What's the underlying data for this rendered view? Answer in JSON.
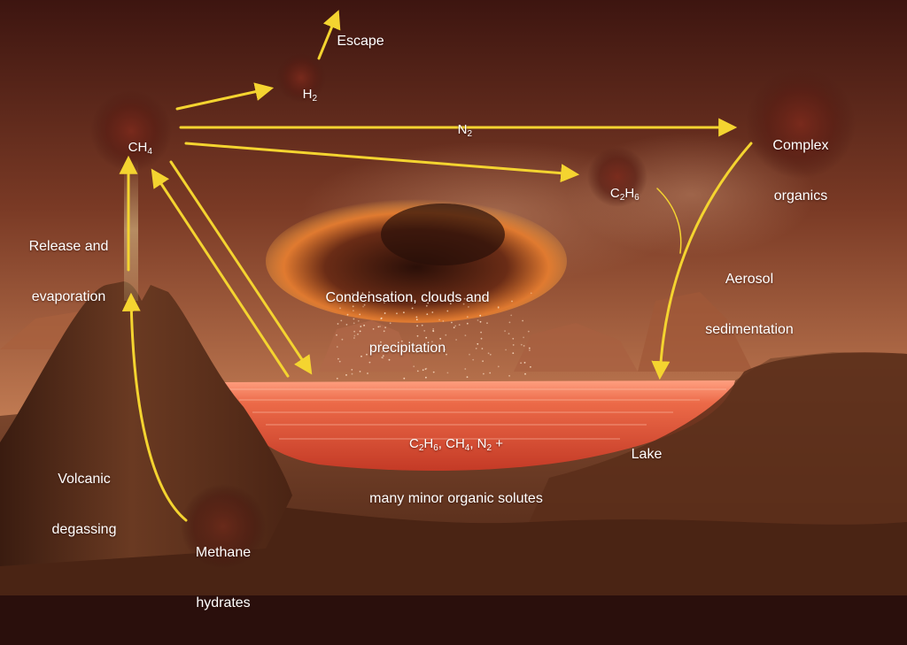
{
  "molecules": {
    "ch4": {
      "base": "CH",
      "sub": "4"
    },
    "h2": {
      "base": "H",
      "sub": "2"
    },
    "n2": {
      "base": "N",
      "sub": "2"
    },
    "c2h6": {
      "c": "C",
      "c_sub": "2",
      "h": "H",
      "h_sub": "6"
    }
  },
  "labels": {
    "escape": "Escape",
    "complex_organics": [
      "Complex",
      "organics"
    ],
    "release_evaporation": [
      "Release and",
      "evaporation"
    ],
    "aerosol_sedimentation": [
      "Aerosol",
      "sedimentation"
    ],
    "condensation": [
      "Condensation, clouds and",
      "precipitation"
    ],
    "volcanic_degassing": [
      "Volcanic",
      "degassing"
    ],
    "lake": "Lake",
    "methane_hydrates": [
      "Methane",
      "hydrates"
    ]
  },
  "lake_contents": {
    "species": [
      {
        "base": "C",
        "sub": "2"
      },
      {
        "base": "H",
        "sub": "6"
      },
      {
        "base": ", CH",
        "sub": "4"
      },
      {
        "base": ", N",
        "sub": "2"
      },
      {
        "base": " +",
        "sub": ""
      }
    ],
    "line2": "many minor organic solutes"
  },
  "colors": {
    "arrow": "#f4d430",
    "label": "#ffffff",
    "sky_top": "#3d1510",
    "sky_bottom": "#c9845a",
    "lake": "#e25a3c",
    "ground": "#6a3a24"
  }
}
